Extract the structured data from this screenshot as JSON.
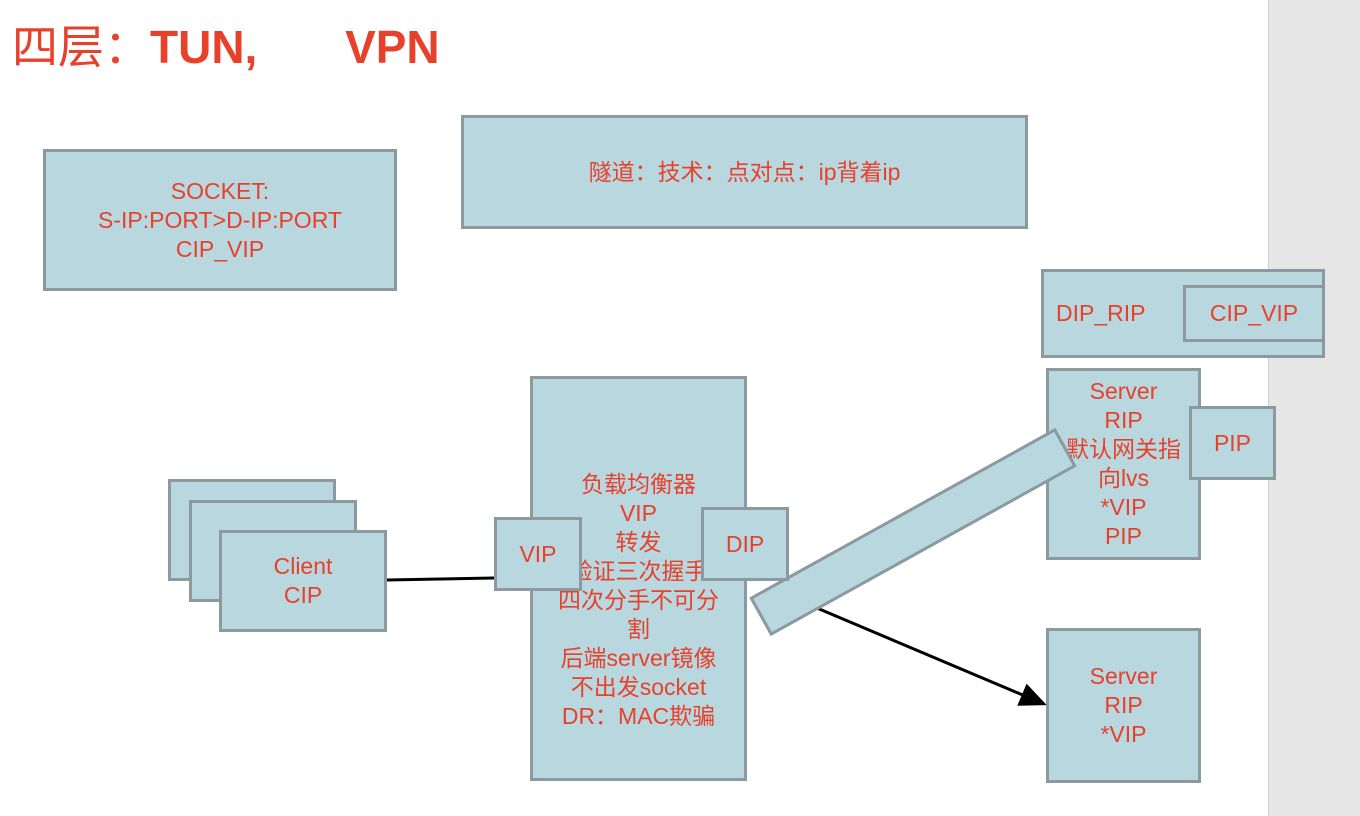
{
  "title": {
    "prefix": "四层：",
    "proto1": "TUN,",
    "proto2": "VPN"
  },
  "socket_box": {
    "lines": [
      "SOCKET:",
      "S-IP:PORT>D-IP:PORT",
      "CIP_VIP"
    ]
  },
  "tunnel_box": {
    "text": "隧道：技术：点对点：ip背着ip"
  },
  "packet_header": {
    "outer": "DIP_RIP",
    "inner": "CIP_VIP"
  },
  "server_top": {
    "lines": [
      "Server",
      "RIP",
      "默认网关指",
      "向lvs",
      "*VIP",
      "PIP"
    ]
  },
  "pip_box": {
    "text": "PIP"
  },
  "client_box": {
    "lines": [
      "Client",
      "CIP"
    ]
  },
  "vip_box": {
    "text": "VIP"
  },
  "dip_box": {
    "text": "DIP"
  },
  "load_balancer": {
    "lines": [
      "负载均衡器",
      "VIP",
      "转发",
      "验证三次握手",
      "四次分手不可分",
      "割",
      "后端server镜像",
      "不出发socket",
      "DR：MAC欺骗"
    ]
  },
  "server_bottom": {
    "lines": [
      "Server",
      "RIP",
      "*VIP"
    ]
  },
  "colors": {
    "text_red": "#e8412b",
    "box_fill": "#b8d7df",
    "box_border": "#8c9aa0"
  }
}
